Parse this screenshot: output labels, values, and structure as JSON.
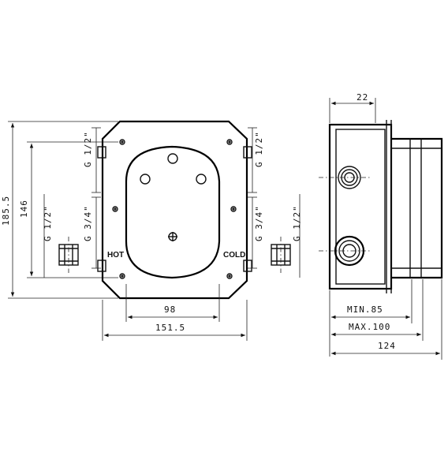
{
  "front_view": {
    "dim_height_overall": "185.5",
    "dim_height_inner": "146",
    "dim_width_plate": "98",
    "dim_width_overall": "151.5",
    "thread_left_outlet": "G 1/2\"",
    "thread_top_left": "G 1/2\"",
    "thread_mid_left": "G 3/4\"",
    "thread_top_right": "G 1/2\"",
    "thread_mid_right": "G 3/4\"",
    "thread_right_outlet": "G 1/2\"",
    "label_hot": "HOT",
    "label_cold": "COLD"
  },
  "side_view": {
    "dim_top": "22",
    "dim_min": "MIN.85",
    "dim_max": "MAX.100",
    "dim_total": "124"
  }
}
